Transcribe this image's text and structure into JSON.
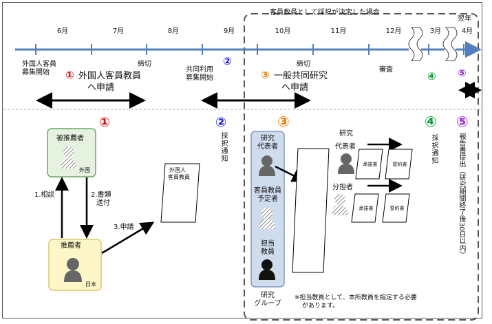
{
  "months": [
    "6月",
    "7月",
    "8月",
    "9月",
    "10月",
    "11月",
    "12月",
    "3月",
    "4月"
  ],
  "next_year": "翌年",
  "frame_title": "客員教員として採択が決定した場合",
  "timeline_labels": {
    "foreign_recruit": [
      "外国人客員",
      "募集開始"
    ],
    "deadline1": "締切",
    "joint_recruit": [
      "共同利用",
      "募集開始"
    ],
    "deadline2": "締切",
    "review": "審査"
  },
  "steps": {
    "s1_title": [
      "外国人客員教員",
      "へ申請"
    ],
    "s3_title": [
      "一般共同研究",
      "へ申請"
    ]
  },
  "numbers": {
    "n1": "①",
    "n2": "②",
    "n3": "③",
    "n4": "④",
    "n5": "⑤"
  },
  "colors": {
    "red": "#e00000",
    "blue": "#1a1aff",
    "orange": "#f08000",
    "green": "#00a030",
    "purple": "#9a30d0",
    "timeline": "#4f7fbf"
  },
  "left": {
    "nominee": "被推薦者",
    "foreign": "外国",
    "recommender": "推薦者",
    "japan": "日本",
    "consult": "1.相談",
    "send_docs": [
      "2.書類",
      "送付"
    ],
    "apply": "3.申請",
    "form": [
      "外国人",
      "客員教員"
    ]
  },
  "middle": {
    "notify2": "採択通知",
    "group_head": [
      "研究",
      "代表者"
    ],
    "group_visitor": [
      "客員教員",
      "予定者"
    ],
    "group_staff": [
      "担当",
      "教員"
    ],
    "group_label": [
      "研究",
      "グループ"
    ]
  },
  "right": {
    "rep": [
      "研究",
      "代表者"
    ],
    "sharer": "分担者",
    "consent": "承諾書",
    "agreement": "誓約書",
    "notify4": "採択通知",
    "report": "報告書提出（研究期間終了後30日以内）",
    "note": [
      "※担当教員として、本所教員を指定する必要",
      "があります。"
    ]
  }
}
